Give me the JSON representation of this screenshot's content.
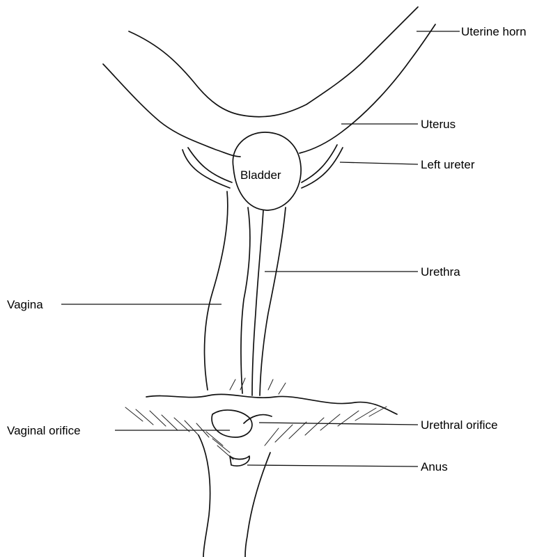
{
  "labels": {
    "uterine_horn": "Uterine horn",
    "uterus": "Uterus",
    "left_ureter": "Left ureter",
    "bladder": "Bladder",
    "urethra": "Urethra",
    "vagina": "Vagina",
    "vaginal_orifice": "Vaginal orifice",
    "urethral_orifice": "Urethral orifice",
    "anus": "Anus"
  }
}
